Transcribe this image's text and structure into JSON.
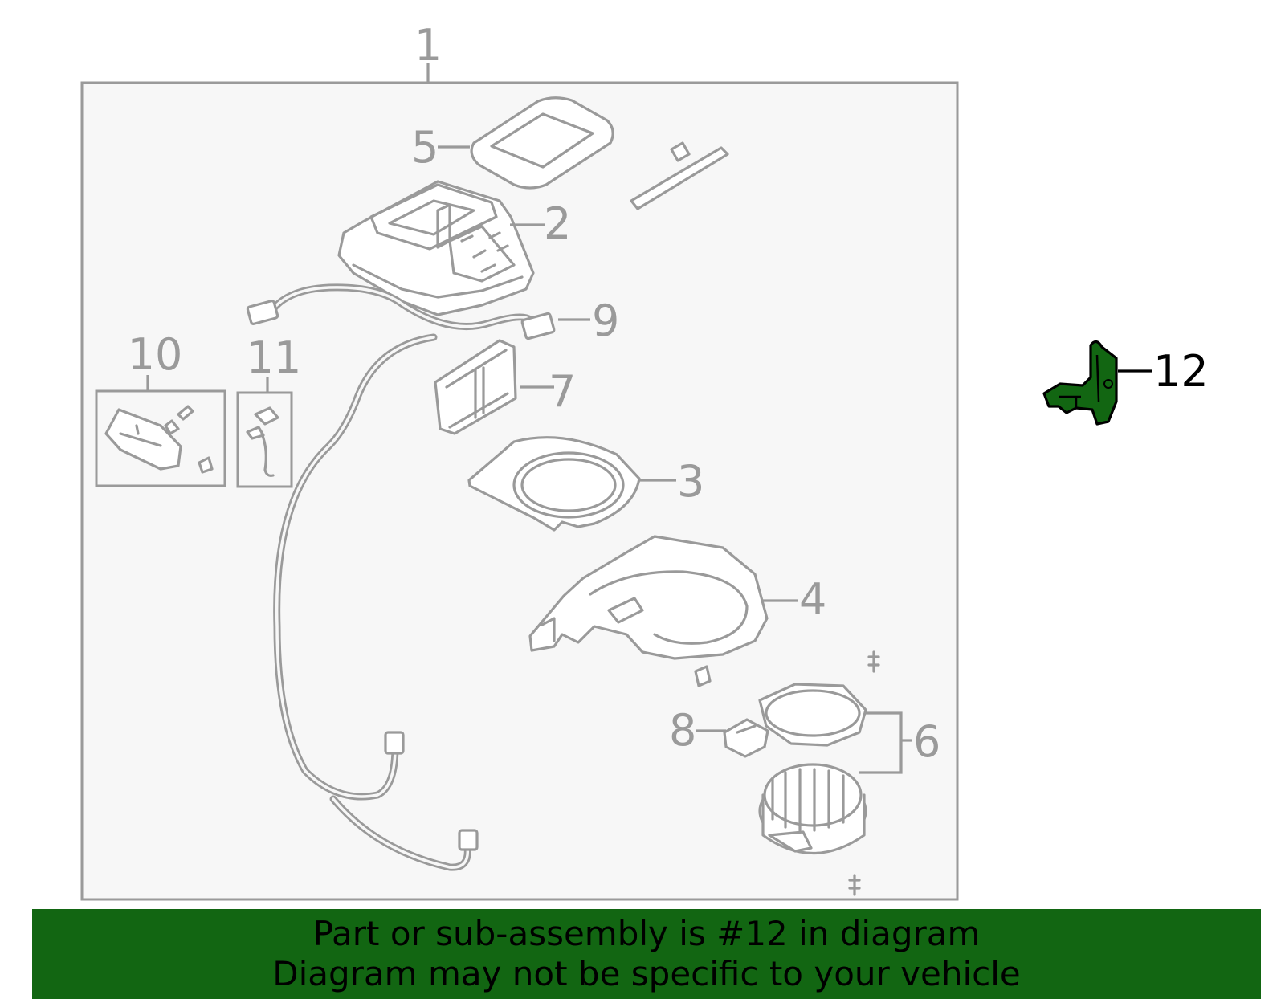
{
  "diagram": {
    "callouts": {
      "c1": "1",
      "c2": "2",
      "c3": "3",
      "c4": "4",
      "c5": "5",
      "c6": "6",
      "c7": "7",
      "c8": "8",
      "c9": "9",
      "c10": "10",
      "c11": "11",
      "c12": "12"
    },
    "highlighted_part": "12",
    "colors": {
      "highlight": "#126612",
      "line_art": "#9a9a9a",
      "frame_fill": "#f7f7f7"
    }
  },
  "banner": {
    "line1": "Part or sub-assembly is #12 in diagram",
    "line2": "Diagram may not be specific to your vehicle"
  }
}
